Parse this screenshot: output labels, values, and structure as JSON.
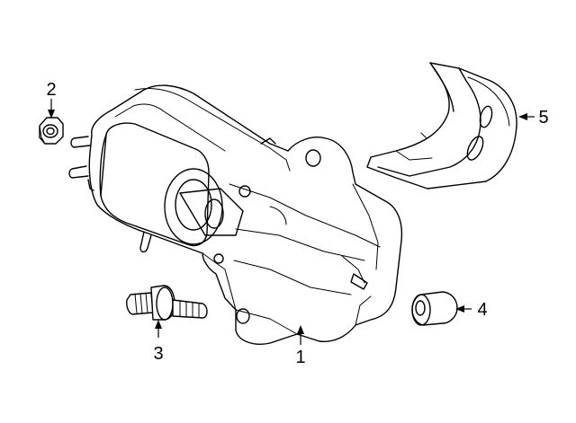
{
  "callouts": {
    "c1": "1",
    "c2": "2",
    "c3": "3",
    "c4": "4",
    "c5": "5"
  },
  "parts": [
    {
      "id": "1",
      "name": "starter-motor"
    },
    {
      "id": "2",
      "name": "nut"
    },
    {
      "id": "3",
      "name": "stud-bolt"
    },
    {
      "id": "4",
      "name": "spacer"
    },
    {
      "id": "5",
      "name": "heat-shield"
    }
  ],
  "colors": {
    "line": "#000000",
    "background": "#ffffff"
  }
}
